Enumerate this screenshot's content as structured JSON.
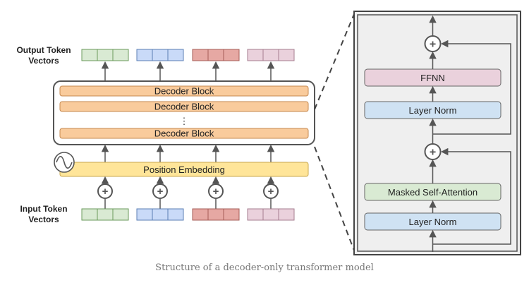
{
  "labels": {
    "output_tokens": [
      "Output Token",
      "Vectors"
    ],
    "input_tokens": [
      "Input Token",
      "Vectors"
    ],
    "decoder_block": "Decoder Block",
    "ellipsis": "⋮",
    "position_embedding": "Position Embedding",
    "ffnn": "FFNN",
    "layer_norm": "Layer Norm",
    "masked_self_attention": "Masked Self-Attention",
    "plus": "+",
    "caption": "Structure of a decoder-only transformer model"
  },
  "token_colors": [
    {
      "fill": "#d9ead3",
      "stroke": "#6a9a5b"
    },
    {
      "fill": "#c9daf8",
      "stroke": "#5b7fb5"
    },
    {
      "fill": "#e6a8a3",
      "stroke": "#a65c57"
    },
    {
      "fill": "#ead1dc",
      "stroke": "#a67d8f"
    }
  ],
  "colors": {
    "decoder_block": "#f9cb9c",
    "decoder_block_stroke": "#c5884f",
    "position_embedding": "#ffe599",
    "position_embedding_stroke": "#c9a84e",
    "ffnn": "#ead1dc",
    "layer_norm": "#cfe2f3",
    "masked_self_attention": "#d9ead3",
    "zoom_panel_bg": "#efefef",
    "line": "#555555"
  }
}
